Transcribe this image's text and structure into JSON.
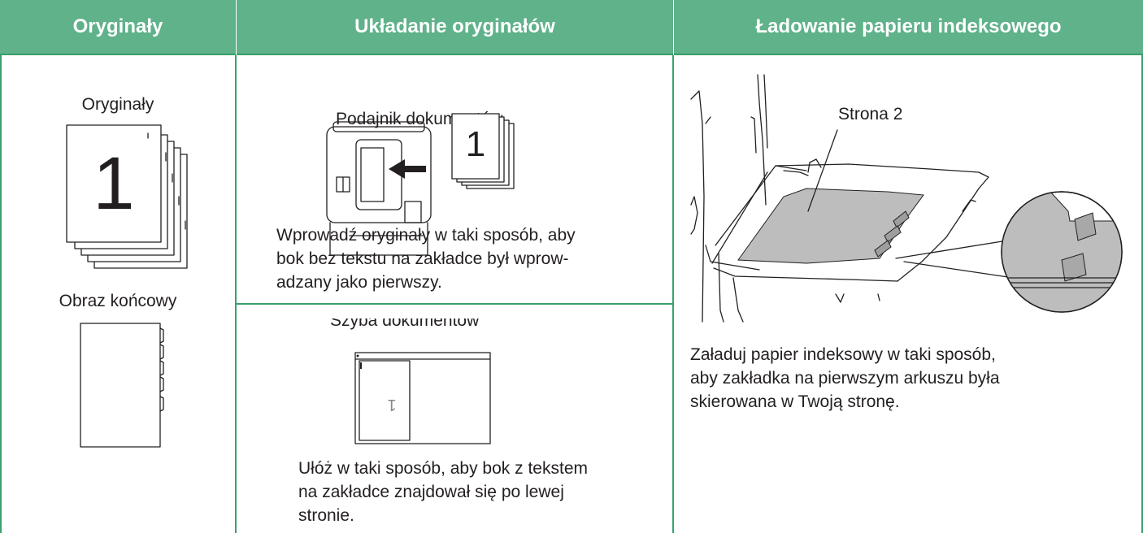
{
  "headers": {
    "col1": "Oryginały",
    "col2": "Układanie oryginałów",
    "col3": "Ładowanie papieru indeksowego"
  },
  "col1": {
    "originals_label": "Oryginały",
    "originals_number": "1",
    "result_label": "Obraz końcowy"
  },
  "col2": {
    "feeder_label": "Podajnik dokumentów",
    "feeder_sheet_number": "1",
    "feeder_text_1": "Wprowadź oryginały w taki sposób, aby",
    "feeder_text_2": "bok bez tekstu na zakładce był wprow-",
    "feeder_text_3": "adzany jako pierwszy.",
    "glass_label": "Szyba dokumentów",
    "glass_sheet_number": "1",
    "glass_text_1": "Ułóż w taki sposób, aby bok z tekstem",
    "glass_text_2": "na zakładce znajdował się po lewej",
    "glass_text_3": "stronie."
  },
  "col3": {
    "side_label": "Strona 2",
    "text_1": "Załaduj papier indeksowy w taki sposób,",
    "text_2": "aby zakładka na pierwszym arkuszu była",
    "text_3": "skierowana w Twoją stronę."
  },
  "colors": {
    "header_bg": "#5fb28a",
    "border": "#3aa06d",
    "paper_gray": "#bdbdbd"
  }
}
